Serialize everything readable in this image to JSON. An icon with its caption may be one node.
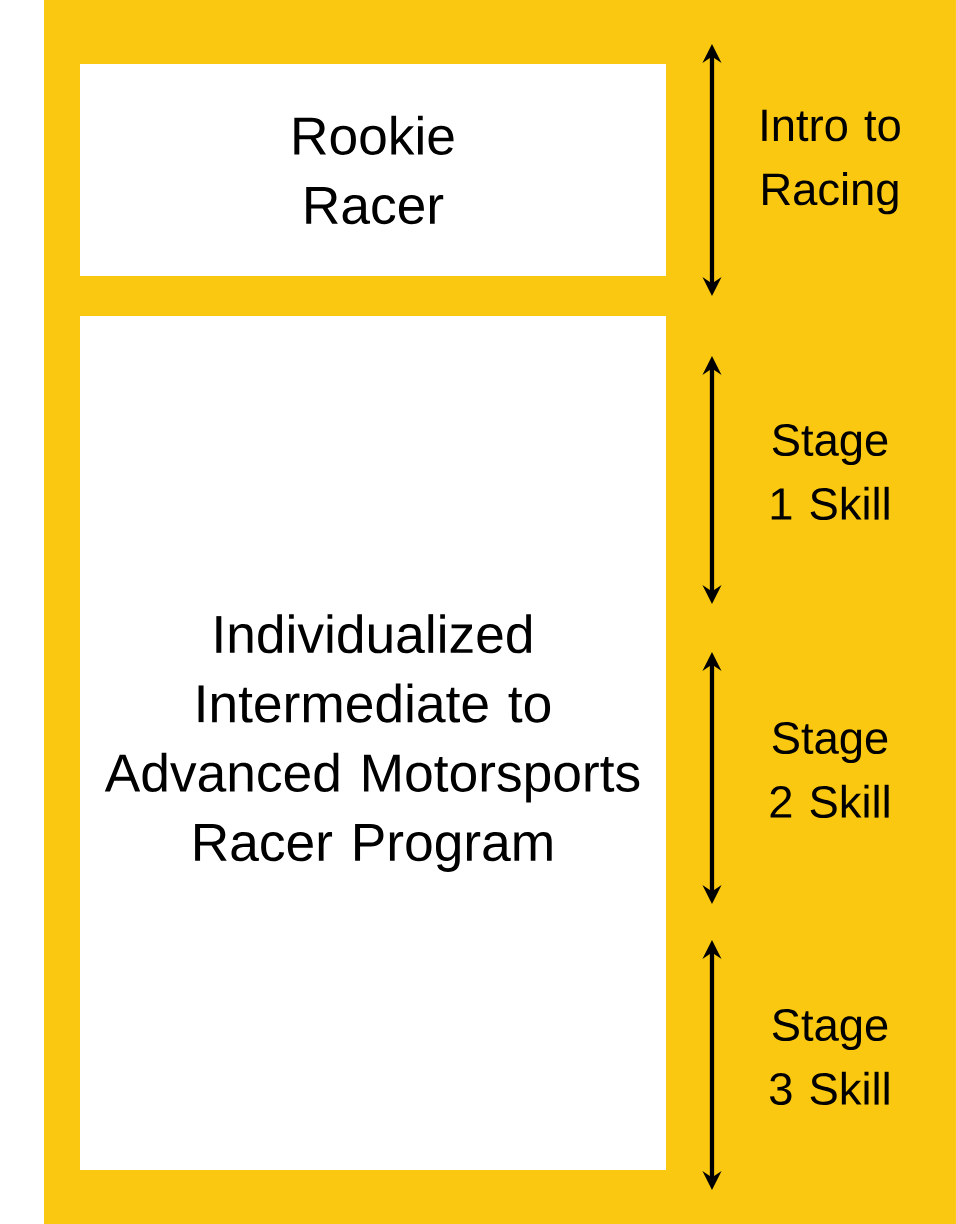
{
  "diagram": {
    "nodes": [
      {
        "text": [
          "Rookie Racer"
        ]
      },
      {
        "text": [
          "Individualized Intermediate to Advanced Motorsports Racer Program"
        ]
      }
    ],
    "labels": [
      "Intro to Racing",
      "Stage 1 Skill",
      "Stage 2 Skill",
      "Stage 3 Skill"
    ]
  }
}
